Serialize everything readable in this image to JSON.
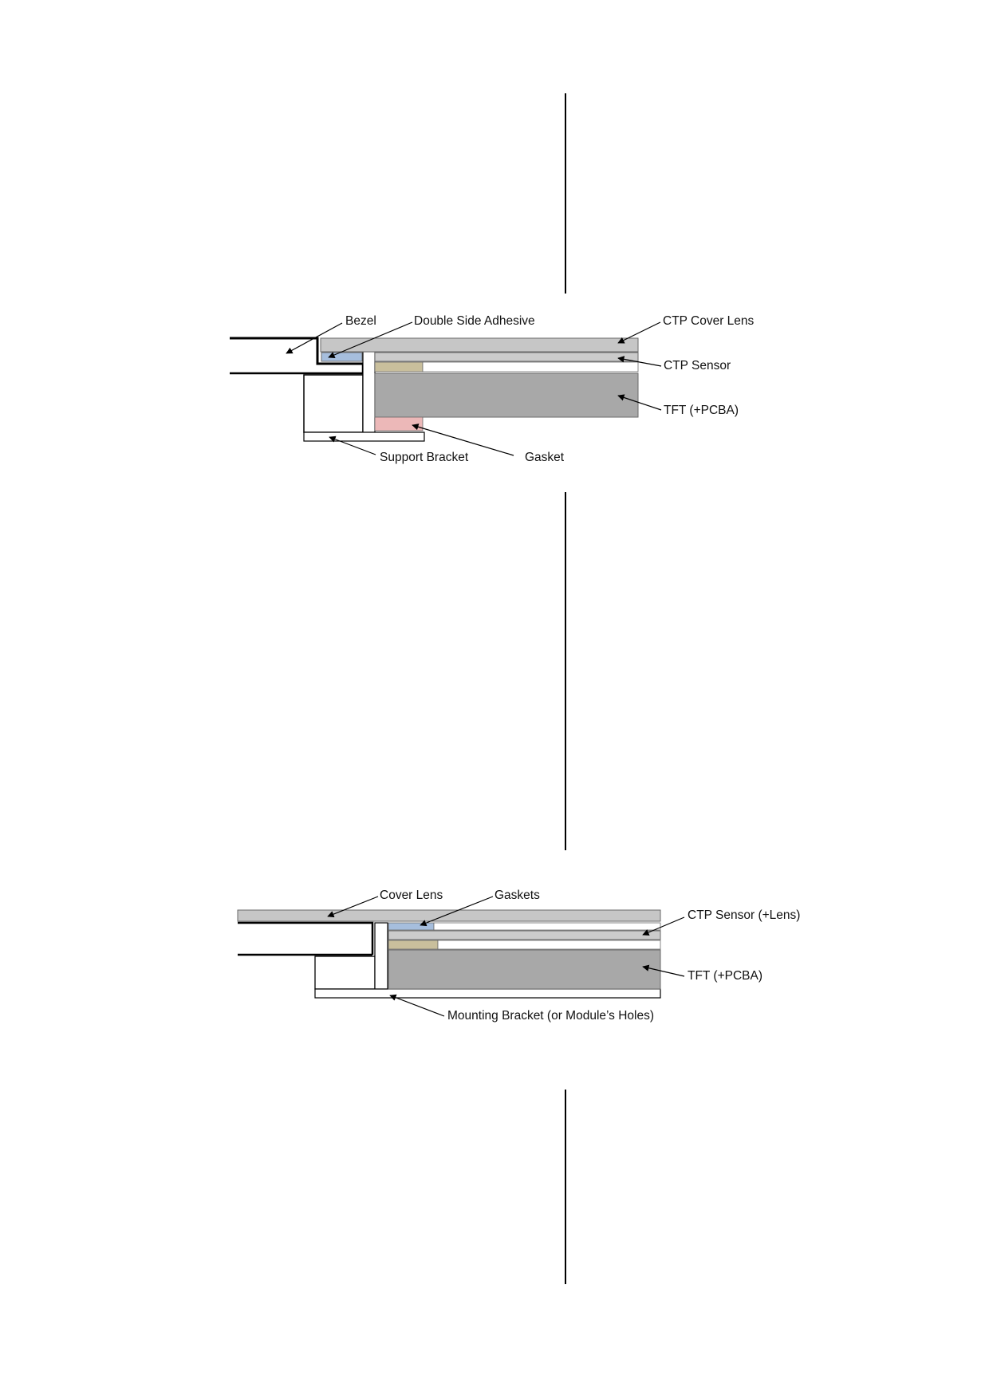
{
  "colors": {
    "lens": "#c6c6c6",
    "sensor": "#cbcbcb",
    "tft": "#a8a8a8",
    "adhesive": "#a6bedd",
    "spacer": "#c9bf9c",
    "gasket": "#ecb8b8",
    "outline": "#6a6a6a",
    "line": "#000000"
  },
  "diagram_top": {
    "labels": {
      "bezel": "Bezel",
      "double_side_adhesive": "Double Side Adhesive",
      "ctp_cover_lens": "CTP Cover Lens",
      "ctp_sensor": "CTP Sensor",
      "tft": "TFT (+PCBA)",
      "support_bracket": "Support Bracket",
      "gasket": "Gasket"
    }
  },
  "diagram_bottom": {
    "labels": {
      "cover_lens": "Cover Lens",
      "gaskets": "Gaskets",
      "ctp_sensor": "CTP Sensor (+Lens)",
      "tft": "TFT (+PCBA)",
      "mounting_bracket": "Mounting Bracket (or Module’s Holes)"
    }
  }
}
